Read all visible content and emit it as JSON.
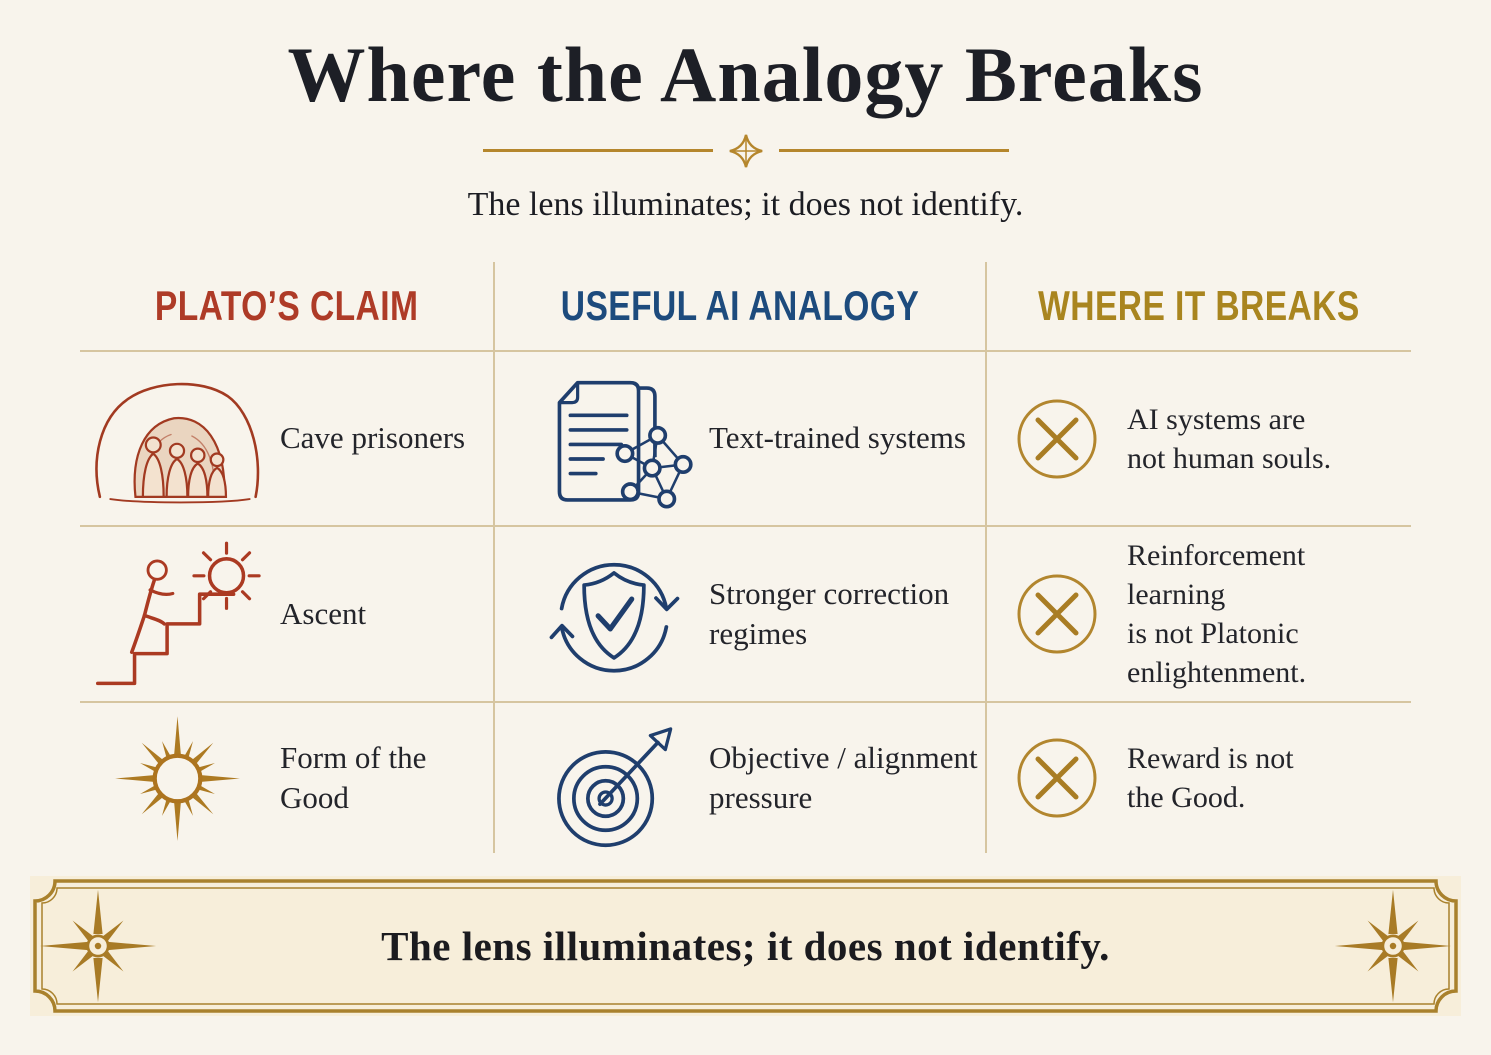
{
  "title": "Where the Analogy Breaks",
  "subtitle": "The lens illuminates; it does not identify.",
  "columns": [
    {
      "label": "PLATO’S CLAIM",
      "color": "#ae3b27"
    },
    {
      "label": "USEFUL AI ANALOGY",
      "color": "#1d4b7d"
    },
    {
      "label": "WHERE IT BREAKS",
      "color": "#a9851f"
    }
  ],
  "rows": [
    {
      "claim": {
        "icon": "cave-prisoners-icon",
        "label": "Cave prisoners"
      },
      "analogy": {
        "icon": "document-network-icon",
        "label": "Text-trained systems"
      },
      "breaks": {
        "icon": "x-circle-icon",
        "label": "AI systems are\nnot human souls."
      }
    },
    {
      "claim": {
        "icon": "ascent-stairs-sun-icon",
        "label": "Ascent"
      },
      "analogy": {
        "icon": "shield-check-cycle-icon",
        "label": "Stronger correction\nregimes"
      },
      "breaks": {
        "icon": "x-circle-icon",
        "label": "Reinforcement learning\nis not Platonic\nenlightenment."
      }
    },
    {
      "claim": {
        "icon": "sunburst-icon",
        "label": "Form of the Good"
      },
      "analogy": {
        "icon": "target-arrow-icon",
        "label": "Objective / alignment\npressure"
      },
      "breaks": {
        "icon": "x-circle-icon",
        "label": "Reward is not\nthe Good."
      }
    }
  ],
  "footer": {
    "text": "The lens illuminates; it does not identify."
  },
  "colors": {
    "background": "#f8f4ec",
    "banner_background": "#f7eeda",
    "ink": "#22232a",
    "claim_red": "#ae3b27",
    "analogy_blue": "#1d4b7d",
    "breaks_gold": "#a9851f",
    "ornament_gold": "#b5862c",
    "grid_line": "#d6c5a0"
  }
}
